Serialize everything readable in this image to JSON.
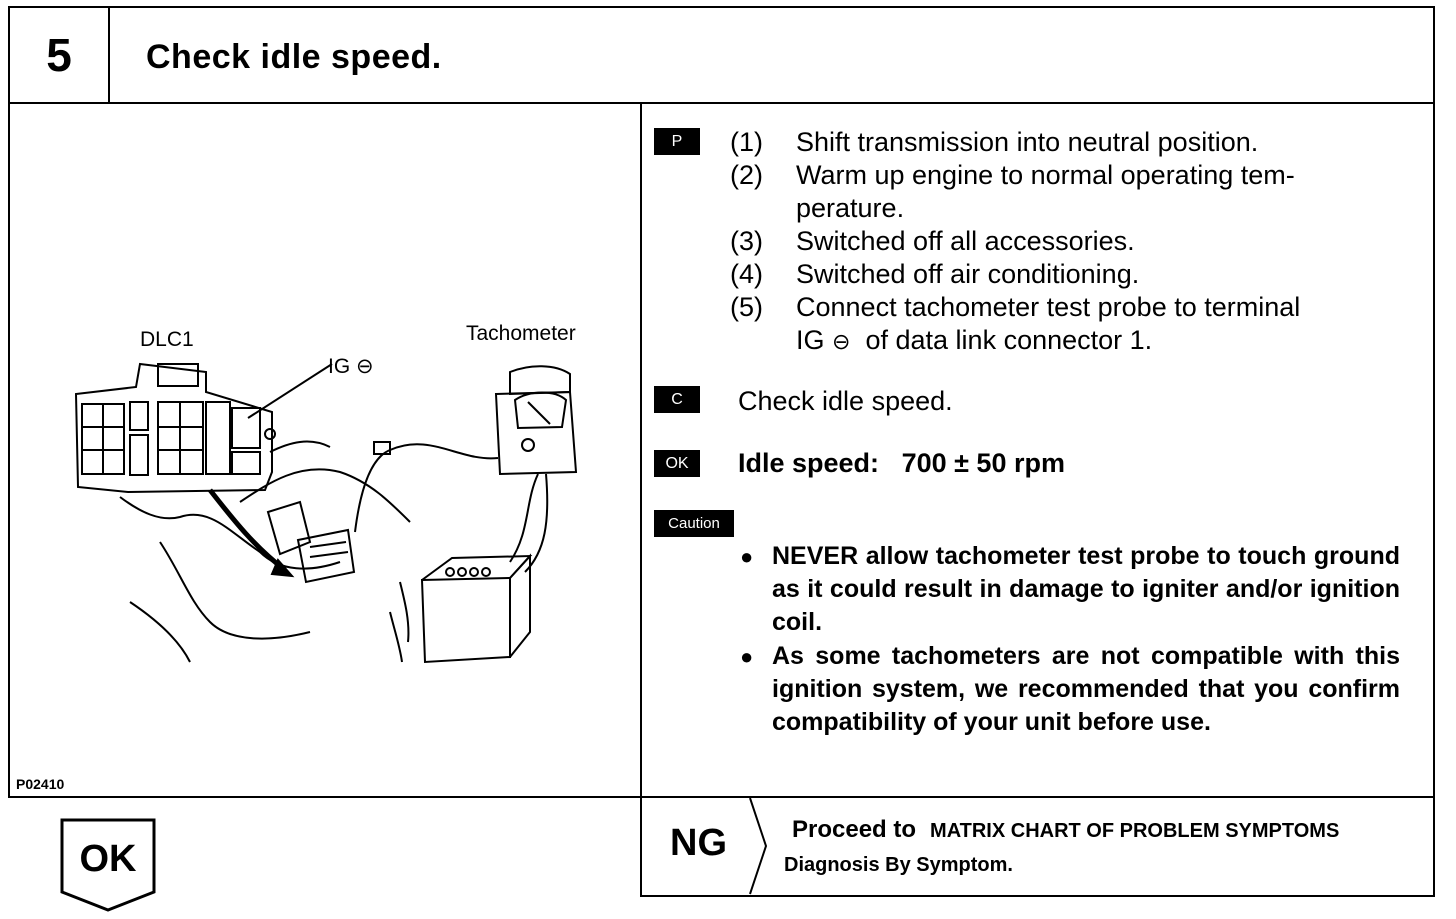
{
  "step": {
    "number": "5",
    "title": "Check idle speed."
  },
  "figure": {
    "label_dlc1": "DLC1",
    "label_ig": "IG",
    "label_tachometer": "Tachometer",
    "code": "P02410"
  },
  "tags": {
    "prepare": "P",
    "check": "C",
    "ok": "OK",
    "caution": "Caution"
  },
  "procedure": {
    "items": [
      {
        "num": "(1)",
        "text": "Shift transmission into neutral position."
      },
      {
        "num": "(2)",
        "text": "Warm up engine to normal operating tem-",
        "cont": "perature."
      },
      {
        "num": "(3)",
        "text": "Switched off all accessories."
      },
      {
        "num": "(4)",
        "text": "Switched off air conditioning."
      },
      {
        "num": "(5)",
        "text": "Connect tachometer test probe to terminal",
        "cont_prefix": "IG",
        "cont": "of data link connector 1."
      }
    ]
  },
  "check_text": "Check idle speed.",
  "ok_text": {
    "label": "Idle speed:",
    "value": "700 ± 50 rpm"
  },
  "caution_items": [
    "NEVER allow tachometer test probe to touch ground as it could result in damage to igniter and/or ignition coil.",
    "As some tachometers are not compatible with this ignition system, we recommended that you confirm compatibility of your unit before use."
  ],
  "ng": {
    "label": "NG",
    "proceed": "Proceed to",
    "target": "MATRIX CHART OF PROBLEM SYMPTOMS",
    "subtarget": "Diagnosis By Symptom."
  },
  "ok_box": "OK"
}
